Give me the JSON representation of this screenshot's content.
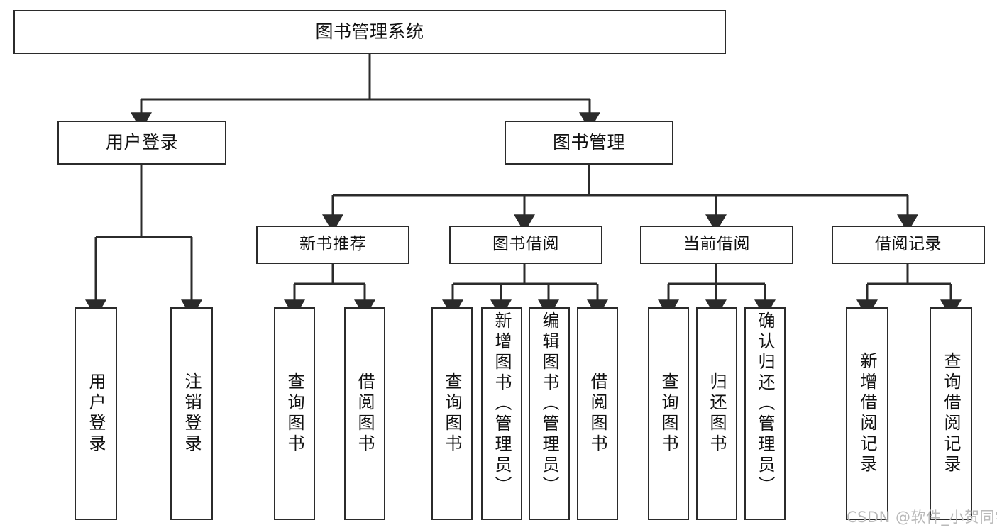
{
  "diagram": {
    "type": "tree-hierarchy",
    "title": "图书管理系统",
    "orientation": "top-down",
    "watermark": "CSDN @软件_小贺同学",
    "style": {
      "box_fill": "#ffffff",
      "box_border": "#2b2b2b",
      "edge_color": "#2b2b2b",
      "text_color": "#111111",
      "watermark_color": "#b9b9b9",
      "background": "#ffffff"
    },
    "nodes": {
      "root": {
        "label": "图书管理系统",
        "level": 0
      },
      "l1": [
        {
          "label": "用户登录",
          "level": 1
        },
        {
          "label": "图书管理",
          "level": 1
        }
      ],
      "l2": [
        {
          "label": "新书推荐",
          "level": 2,
          "parent": "图书管理"
        },
        {
          "label": "图书借阅",
          "level": 2,
          "parent": "图书管理"
        },
        {
          "label": "当前借阅",
          "level": 2,
          "parent": "图书管理"
        },
        {
          "label": "借阅记录",
          "level": 2,
          "parent": "图书管理"
        }
      ],
      "leaves": [
        {
          "label": "用户登录",
          "parent": "用户登录",
          "group": 1,
          "align": "center"
        },
        {
          "label": "注销登录",
          "parent": "用户登录",
          "group": 1,
          "align": "center"
        },
        {
          "label": "查询图书",
          "parent": "新书推荐",
          "group": 2,
          "align": "center"
        },
        {
          "label": "借阅图书",
          "parent": "新书推荐",
          "group": 2,
          "align": "center"
        },
        {
          "label": "查询图书",
          "parent": "图书借阅",
          "group": 3,
          "align": "center"
        },
        {
          "label": "新增图书（管理员）",
          "parent": "图书借阅",
          "group": 3,
          "align": "top"
        },
        {
          "label": "编辑图书（管理员）",
          "parent": "图书借阅",
          "group": 3,
          "align": "top"
        },
        {
          "label": "借阅图书",
          "parent": "图书借阅",
          "group": 3,
          "align": "center"
        },
        {
          "label": "查询图书",
          "parent": "当前借阅",
          "group": 4,
          "align": "center"
        },
        {
          "label": "归还图书",
          "parent": "当前借阅",
          "group": 4,
          "align": "center"
        },
        {
          "label": "确认归还（管理员）",
          "parent": "当前借阅",
          "group": 4,
          "align": "top"
        },
        {
          "label": "新增借阅记录",
          "parent": "借阅记录",
          "group": 5,
          "align": "center"
        },
        {
          "label": "查询借阅记录",
          "parent": "借阅记录",
          "group": 5,
          "align": "center"
        }
      ]
    }
  }
}
